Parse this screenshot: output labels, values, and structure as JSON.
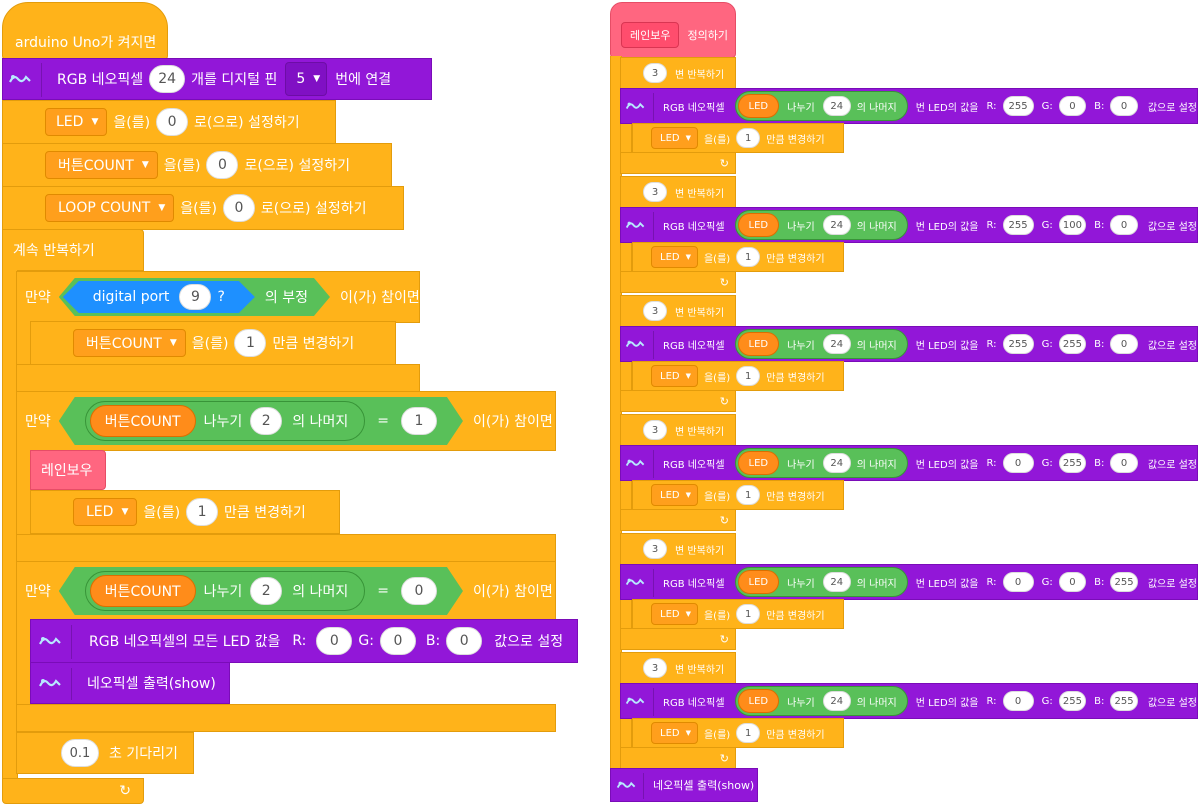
{
  "left": {
    "hat": "arduino Uno가 켜지면",
    "init": {
      "a": "RGB 네오픽셀",
      "count": "24",
      "b": "개를 디지털 핀",
      "pin": "5",
      "c": "번에 연결"
    },
    "set1": {
      "var": "LED",
      "a": "을(를)",
      "val": "0",
      "b": "로(으로) 설정하기"
    },
    "set2": {
      "var": "버튼COUNT",
      "a": "을(를)",
      "val": "0",
      "b": "로(으로) 설정하기"
    },
    "set3": {
      "var": "LOOP COUNT",
      "a": "을(를)",
      "val": "0",
      "b": "로(으로) 설정하기"
    },
    "forever": "계속 반복하기",
    "if1": {
      "kw": "만약",
      "port": "digital port",
      "portval": "9",
      "q": "?",
      "neg": "의 부정",
      "then": "이(가) 참이면"
    },
    "chg1": {
      "var": "버튼COUNT",
      "a": "을(를)",
      "val": "1",
      "b": "만큼 변경하기"
    },
    "if2": {
      "kw": "만약",
      "var": "버튼COUNT",
      "div": "나누기",
      "dval": "2",
      "rem": "의 나머지",
      "eq": "=",
      "cmp": "1",
      "then": "이(가) 참이면"
    },
    "rainbow": "레인보우",
    "chg2": {
      "var": "LED",
      "a": "을(를)",
      "val": "1",
      "b": "만큼 변경하기"
    },
    "if3": {
      "kw": "만약",
      "var": "버튼COUNT",
      "div": "나누기",
      "dval": "2",
      "rem": "의 나머지",
      "eq": "=",
      "cmp": "0",
      "then": "이(가) 참이면"
    },
    "all": {
      "a": "RGB 네오픽셀의 모든 LED 값을",
      "r": "R:",
      "rv": "0",
      "g": "G:",
      "gv": "0",
      "b": "B:",
      "bv": "0",
      "c": "값으로 설정"
    },
    "show": "네오픽셀 출력(show)",
    "wait": {
      "val": "0.1",
      "a": "초 기다리기"
    }
  },
  "right": {
    "def": {
      "name": "레인보우",
      "label": "정의하기"
    },
    "groups": [
      {
        "rep": "3",
        "rep_label": "변 반복하기",
        "r": "255",
        "g": "0",
        "b": "0"
      },
      {
        "rep": "3",
        "rep_label": "변 반복하기",
        "r": "255",
        "g": "100",
        "b": "0"
      },
      {
        "rep": "3",
        "rep_label": "변 반복하기",
        "r": "255",
        "g": "255",
        "b": "0"
      },
      {
        "rep": "3",
        "rep_label": "변 반복하기",
        "r": "0",
        "g": "255",
        "b": "0"
      },
      {
        "rep": "3",
        "rep_label": "변 반복하기",
        "r": "0",
        "g": "0",
        "b": "255"
      },
      {
        "rep": "3",
        "rep_label": "변 반복하기",
        "r": "0",
        "g": "255",
        "b": "255"
      }
    ],
    "pix": {
      "a": "RGB 네오픽셀",
      "var": "LED",
      "div": "나누기",
      "dval": "24",
      "rem": "의 나머지",
      "b": "번 LED의 값을",
      "rl": "R:",
      "gl": "G:",
      "bl": "B:",
      "c": "값으로 설정"
    },
    "chg": {
      "var": "LED",
      "a": "을(를)",
      "val": "1",
      "b": "만큼 변경하기"
    },
    "show": "네오픽셀 출력(show)"
  },
  "colors": {
    "control": "#ffb31a",
    "operator": "#ff8c1a",
    "neopixel": "#9217d8",
    "my_block": "#ff6680",
    "green": "#59c059",
    "sensor": "#1e90ff"
  }
}
